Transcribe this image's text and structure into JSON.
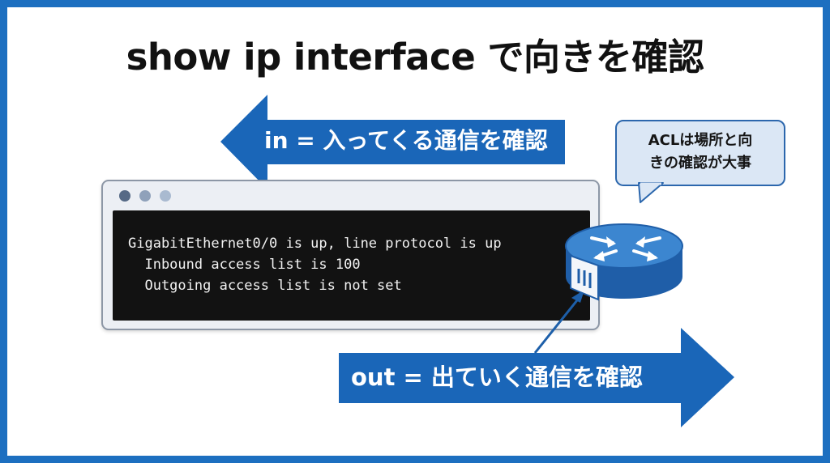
{
  "title": "show ip interface で向きを確認",
  "in_arrow": {
    "label": "in = 入ってくる通信を確認"
  },
  "out_arrow": {
    "label": "out = 出ていく通信を確認"
  },
  "terminal": {
    "lines": [
      "GigabitEthernet0/0 is up, line protocol is up",
      "  Inbound access list is 100",
      "  Outgoing access list is not set"
    ]
  },
  "callout": {
    "line1": "ACLは場所と向",
    "line2": "きの確認が大事"
  },
  "colors": {
    "frame": "#1d6fc0",
    "arrow": "#1a66b8",
    "terminal_bg": "#121212",
    "bubble_bg": "#dbe7f5",
    "router": "#2367b4"
  },
  "icons": {
    "device": "router-icon"
  }
}
